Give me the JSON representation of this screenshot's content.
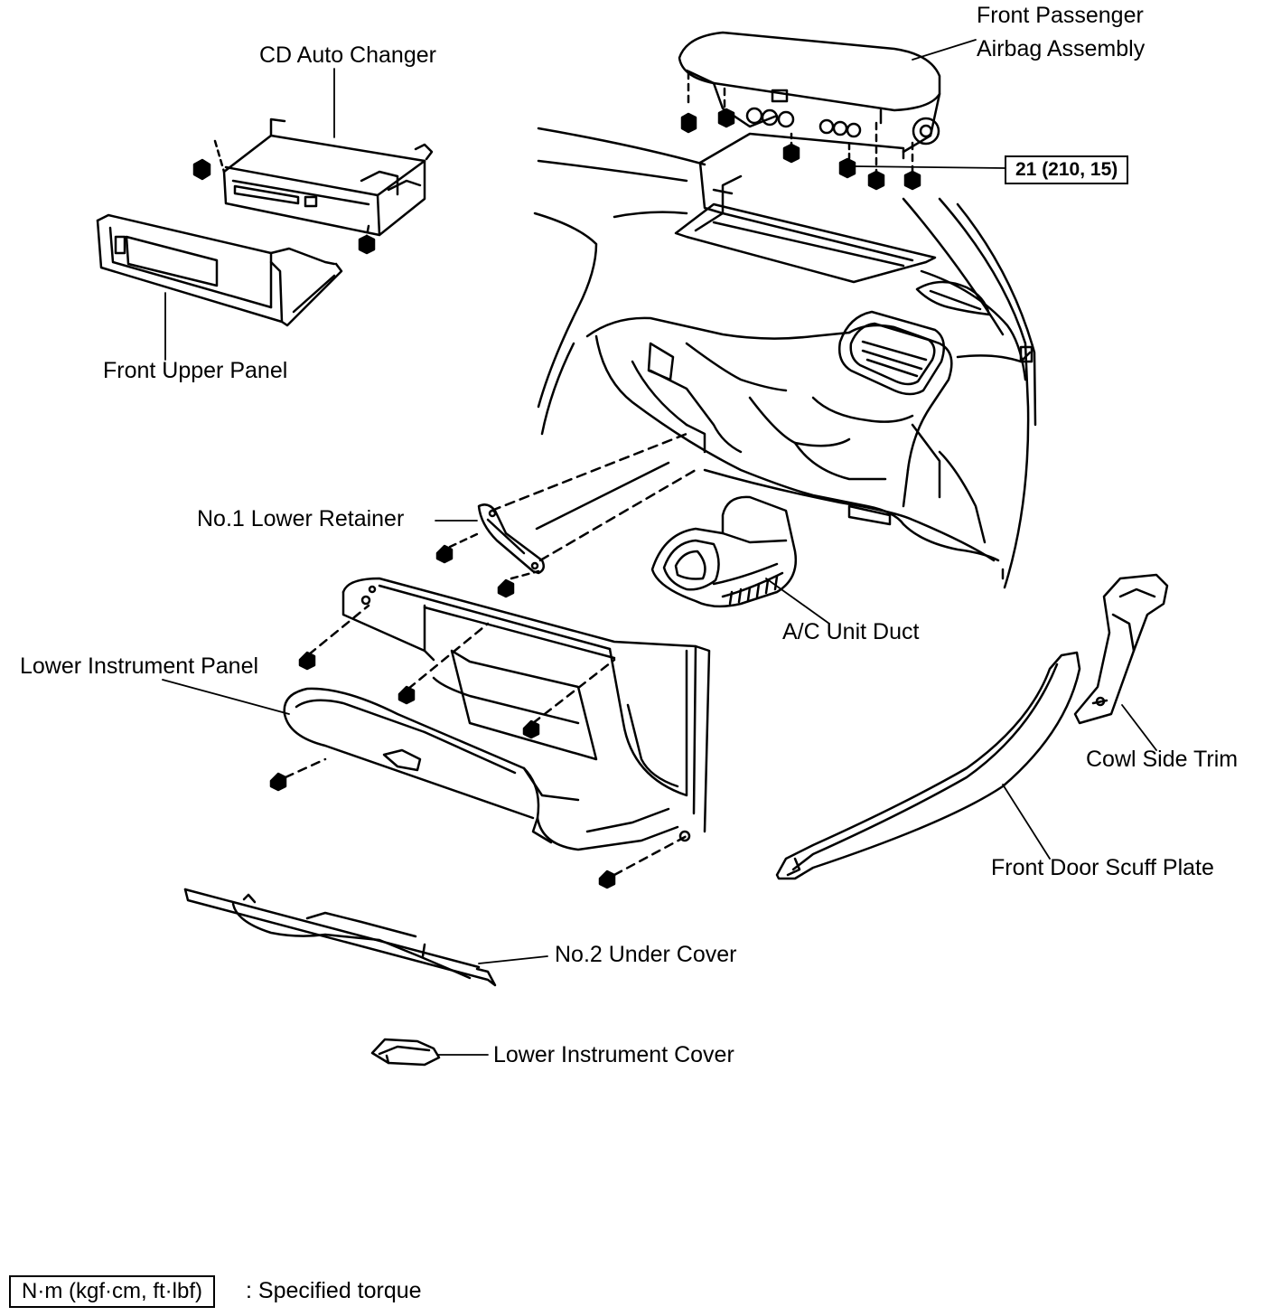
{
  "labels": {
    "airbag_line1": "Front Passenger",
    "airbag_line2": "Airbag Assembly",
    "cd_changer": "CD Auto Changer",
    "torque_value": "21 (210, 15)",
    "front_upper_panel": "Front Upper Panel",
    "lower_retainer": "No.1 Lower Retainer",
    "ac_unit_duct": "A/C Unit Duct",
    "lower_instrument_panel": "Lower Instrument Panel",
    "cowl_side_trim": "Cowl Side Trim",
    "front_door_scuff_plate": "Front Door Scuff Plate",
    "under_cover": "No.2 Under Cover",
    "lower_instrument_cover": "Lower Instrument Cover"
  },
  "legend": {
    "unit_box": "N·m (kgf·cm, ft·lbf)",
    "description": ": Specified torque"
  }
}
